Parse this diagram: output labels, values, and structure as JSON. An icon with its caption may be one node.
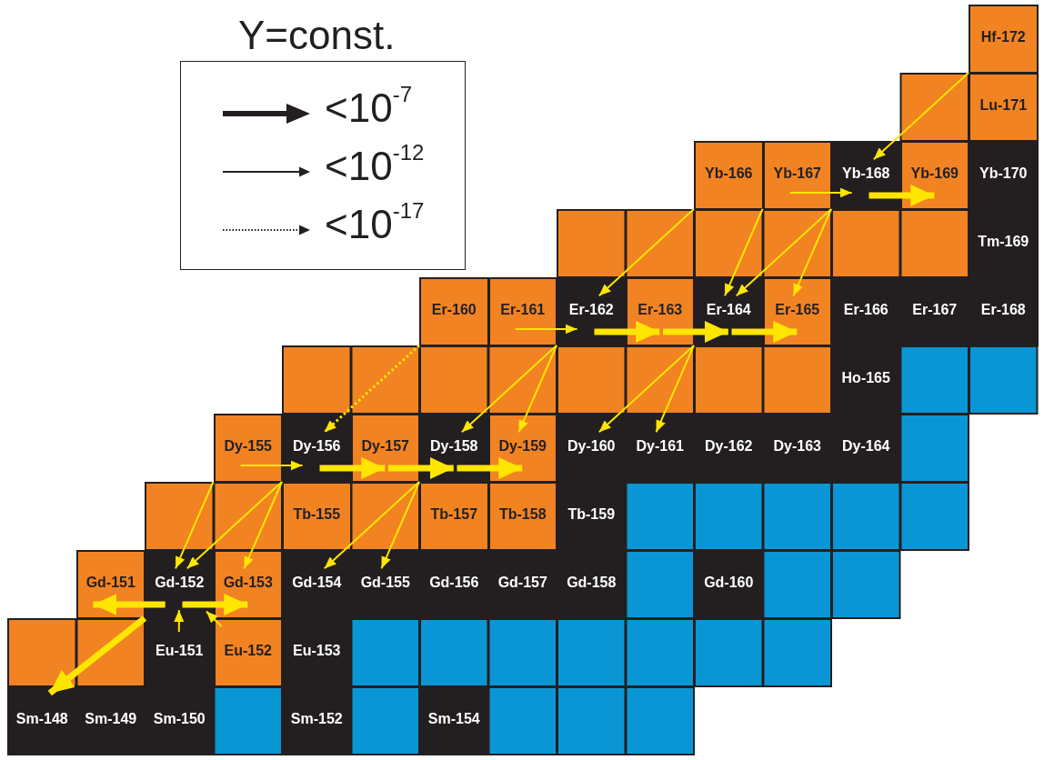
{
  "diagram": {
    "title": "Y=const.",
    "nodes": [
      {
        "text": [
          "Hf-172"
        ]
      },
      {
        "text": [
          "Lu-171"
        ]
      },
      {
        "text": [
          "Yb-166"
        ]
      },
      {
        "text": [
          "Yb-167"
        ]
      },
      {
        "text": [
          "Yb-168"
        ]
      },
      {
        "text": [
          "Yb-169"
        ]
      },
      {
        "text": [
          "Yb-170"
        ]
      },
      {
        "text": [
          "Tm-169"
        ]
      },
      {
        "text": [
          "Er-160"
        ]
      },
      {
        "text": [
          "Er-161"
        ]
      },
      {
        "text": [
          "Er-162"
        ]
      },
      {
        "text": [
          "Er-163"
        ]
      },
      {
        "text": [
          "Er-164"
        ]
      },
      {
        "text": [
          "Er-165"
        ]
      },
      {
        "text": [
          "Er-166"
        ]
      },
      {
        "text": [
          "Er-167"
        ]
      },
      {
        "text": [
          "Er-168"
        ]
      },
      {
        "text": [
          "Ho-165"
        ]
      },
      {
        "text": [
          "Dy-155"
        ]
      },
      {
        "text": [
          "Dy-156"
        ]
      },
      {
        "text": [
          "Dy-157"
        ]
      },
      {
        "text": [
          "Dy-158"
        ]
      },
      {
        "text": [
          "Dy-159"
        ]
      },
      {
        "text": [
          "Dy-160"
        ]
      },
      {
        "text": [
          "Dy-161"
        ]
      },
      {
        "text": [
          "Dy-162"
        ]
      },
      {
        "text": [
          "Dy-163"
        ]
      },
      {
        "text": [
          "Dy-164"
        ]
      },
      {
        "text": [
          "Tb-155"
        ]
      },
      {
        "text": [
          "Tb-157"
        ]
      },
      {
        "text": [
          "Tb-158"
        ]
      },
      {
        "text": [
          "Tb-159"
        ]
      },
      {
        "text": [
          "Gd-151"
        ]
      },
      {
        "text": [
          "Gd-152"
        ]
      },
      {
        "text": [
          "Gd-153"
        ]
      },
      {
        "text": [
          "Gd-154"
        ]
      },
      {
        "text": [
          "Gd-155"
        ]
      },
      {
        "text": [
          "Gd-156"
        ]
      },
      {
        "text": [
          "Gd-157"
        ]
      },
      {
        "text": [
          "Gd-158"
        ]
      },
      {
        "text": [
          "Gd-160"
        ]
      },
      {
        "text": [
          "Eu-151"
        ]
      },
      {
        "text": [
          "Eu-152"
        ]
      },
      {
        "text": [
          "Eu-153"
        ]
      },
      {
        "text": [
          "Sm-148"
        ]
      },
      {
        "text": [
          "Sm-149"
        ]
      },
      {
        "text": [
          "Sm-150"
        ]
      },
      {
        "text": [
          "Sm-152"
        ]
      },
      {
        "text": [
          "Sm-154"
        ]
      }
    ],
    "edges": [
      {
        "from": 0,
        "to": 4,
        "arrow": "to"
      },
      {
        "from": 2,
        "to": 10,
        "arrow": "to"
      },
      {
        "from": 3,
        "to": 4,
        "arrow": "to"
      },
      {
        "from": 3,
        "to": 12,
        "arrow": "to"
      },
      {
        "from": 4,
        "to": 12,
        "arrow": "to"
      },
      {
        "from": 4,
        "to": 13,
        "arrow": "to"
      },
      {
        "from": 4,
        "to": 5,
        "arrow": "to",
        "style": "thick"
      },
      {
        "from": 8,
        "to": 19,
        "arrow": "to",
        "style": "dashed"
      },
      {
        "from": 9,
        "to": 10,
        "arrow": "to"
      },
      {
        "from": 10,
        "to": 11,
        "arrow": "to",
        "style": "thick"
      },
      {
        "from": 11,
        "to": 12,
        "arrow": "to",
        "style": "thick"
      },
      {
        "from": 12,
        "to": 13,
        "arrow": "to",
        "style": "thick"
      },
      {
        "from": 10,
        "to": 21,
        "arrow": "to"
      },
      {
        "from": 10,
        "to": 22,
        "arrow": "to"
      },
      {
        "from": 12,
        "to": 23,
        "arrow": "to"
      },
      {
        "from": 12,
        "to": 24,
        "arrow": "to"
      },
      {
        "from": 18,
        "to": 19,
        "arrow": "to"
      },
      {
        "from": 18,
        "to": 33,
        "arrow": "to"
      },
      {
        "from": 19,
        "to": 33,
        "arrow": "to"
      },
      {
        "from": 19,
        "to": 34,
        "arrow": "to"
      },
      {
        "from": 19,
        "to": 20,
        "arrow": "to",
        "style": "thick"
      },
      {
        "from": 20,
        "to": 21,
        "arrow": "to",
        "style": "thick"
      },
      {
        "from": 21,
        "to": 22,
        "arrow": "to",
        "style": "thick"
      },
      {
        "from": 21,
        "to": 35,
        "arrow": "to"
      },
      {
        "from": 21,
        "to": 36,
        "arrow": "to"
      },
      {
        "from": 33,
        "to": 32,
        "arrow": "to",
        "style": "thick"
      },
      {
        "from": 33,
        "to": 34,
        "arrow": "to",
        "style": "thick"
      },
      {
        "from": 33,
        "to": 44,
        "arrow": "to",
        "style": "thick"
      },
      {
        "from": 41,
        "to": 33,
        "arrow": "to"
      },
      {
        "from": 42,
        "to": 33,
        "arrow": "to"
      }
    ],
    "legend": [
      {
        "text": "<10$^{-7}$"
      },
      {
        "text": "<10$^{-12}$"
      },
      {
        "text": "<10$^{-17}$"
      }
    ]
  }
}
